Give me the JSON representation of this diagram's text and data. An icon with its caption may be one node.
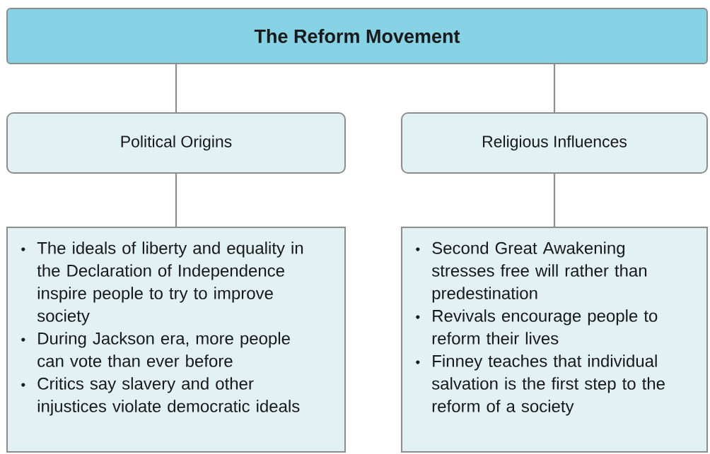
{
  "diagram": {
    "title": "The Reform Movement",
    "nodes": [
      {
        "text": [
          "Political Origins"
        ]
      },
      {
        "text": [
          "Religious Influences"
        ]
      },
      {
        "text": [
          "The ideals of liberty and equality in the Declaration of Independence inspire people to try to improve society",
          "During Jackson era, more people can vote than ever before",
          "Critics say slavery and other injustices violate democratic ideals"
        ]
      },
      {
        "text": [
          "Second Great Awakening stresses free will rather than predestination",
          "Revivals encourage people to reform their lives",
          "Finney teaches that individual salvation is the first step to the reform of a society"
        ]
      }
    ],
    "edges": [
      {
        "from": null,
        "to": 0,
        "arrow": "none"
      },
      {
        "from": null,
        "to": 1,
        "arrow": "none"
      },
      {
        "from": 0,
        "to": 2,
        "arrow": "none"
      },
      {
        "from": 1,
        "to": 3,
        "arrow": "none"
      }
    ]
  }
}
